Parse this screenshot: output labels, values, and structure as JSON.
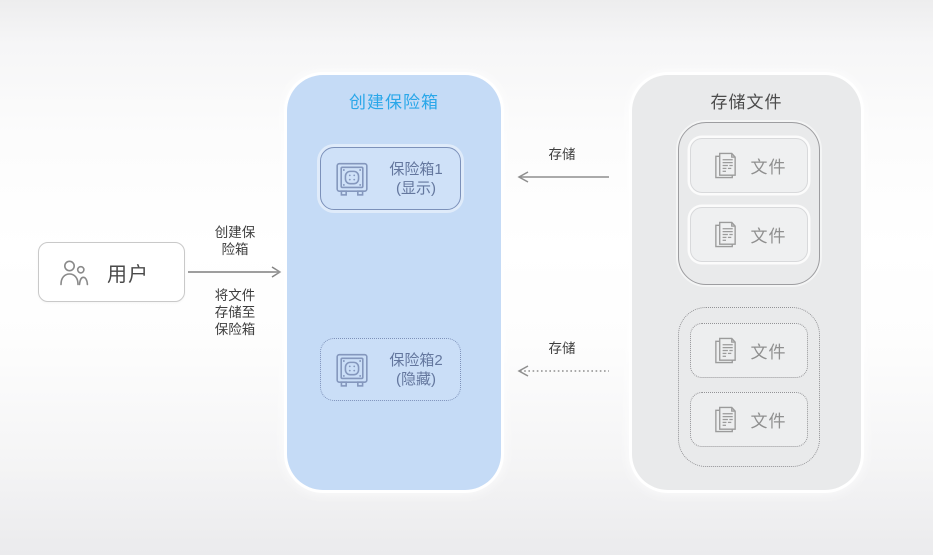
{
  "colors": {
    "accent_blue_title": "#2aa7e9",
    "blue_panel_bg": "#c5dbf6",
    "gray_panel_bg": "#e9eaeb",
    "safe_border": "#7c91ba",
    "safe_text": "#64779e",
    "file_text": "#8f8f8f",
    "arrow_gray": "#8e8e8e"
  },
  "actor": {
    "label": "用户"
  },
  "flow_labels": {
    "create_safe": "创建保\n险箱",
    "store_files_to_safe": "将文件\n存储至\n保险箱"
  },
  "create_panel": {
    "title": "创建保险箱",
    "safes": [
      {
        "name": "保险箱1",
        "state": "(显示)",
        "border_style": "solid"
      },
      {
        "name": "保险箱2",
        "state": "(隐藏)",
        "border_style": "dotted"
      }
    ]
  },
  "store_panel": {
    "title": "存储文件",
    "groups": [
      {
        "border_style": "solid",
        "files": [
          "文件",
          "文件"
        ]
      },
      {
        "border_style": "dotted",
        "files": [
          "文件",
          "文件"
        ]
      }
    ]
  },
  "store_arrows": [
    {
      "label": "存储",
      "style": "solid"
    },
    {
      "label": "存储",
      "style": "dotted"
    }
  ]
}
